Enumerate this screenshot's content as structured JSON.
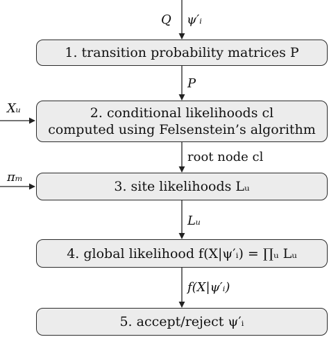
{
  "flow": {
    "top_input_left": "Q",
    "top_input_right": "ψ′ᵢ",
    "box1": "1. transition probability matrices P",
    "edge1": "P",
    "side_input_2": "Xᵤ",
    "box2_line1": "2. conditional likelihoods cl",
    "box2_line2": "computed using Felsenstein’s algorithm",
    "edge2": "root node cl",
    "side_input_3": "πₘ",
    "box3": "3. site likelihoods Lᵤ",
    "edge3": "Lᵤ",
    "box4": "4. global likelihood f(X|ψ′ᵢ) = ∏ᵤ Lᵤ",
    "edge4": "f(X|ψ′ᵢ)",
    "box5": "5. accept/reject ψ′ᵢ"
  }
}
